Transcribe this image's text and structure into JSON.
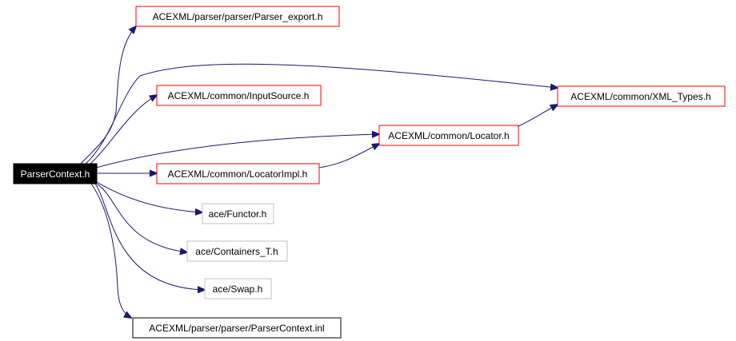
{
  "colors": {
    "edge": "#191970",
    "border_red": "#ff0000",
    "border_gray": "#c0c0c0",
    "border_black": "#000000",
    "root_fill": "#000000",
    "root_text": "#ffffff",
    "text": "#000000"
  },
  "graph": {
    "root": {
      "id": "root",
      "label": "ParserContext.h"
    },
    "nodes": [
      {
        "id": "parser_export",
        "label": "ACEXML/parser/parser/Parser_export.h",
        "style": "red"
      },
      {
        "id": "xml_types",
        "label": "ACEXML/common/XML_Types.h",
        "style": "red"
      },
      {
        "id": "inputsource",
        "label": "ACEXML/common/InputSource.h",
        "style": "red"
      },
      {
        "id": "locator",
        "label": "ACEXML/common/Locator.h",
        "style": "red"
      },
      {
        "id": "locatorimpl",
        "label": "ACEXML/common/LocatorImpl.h",
        "style": "red"
      },
      {
        "id": "functor",
        "label": "ace/Functor.h",
        "style": "gray"
      },
      {
        "id": "containers",
        "label": "ace/Containers_T.h",
        "style": "gray"
      },
      {
        "id": "swap",
        "label": "ace/Swap.h",
        "style": "gray"
      },
      {
        "id": "parsercontext_inl",
        "label": "ACEXML/parser/parser/ParserContext.inl",
        "style": "black"
      }
    ],
    "edges": [
      {
        "from": "root",
        "to": "parser_export"
      },
      {
        "from": "root",
        "to": "xml_types"
      },
      {
        "from": "root",
        "to": "inputsource"
      },
      {
        "from": "root",
        "to": "locator"
      },
      {
        "from": "root",
        "to": "locatorimpl"
      },
      {
        "from": "root",
        "to": "functor"
      },
      {
        "from": "root",
        "to": "containers"
      },
      {
        "from": "root",
        "to": "swap"
      },
      {
        "from": "root",
        "to": "parsercontext_inl"
      },
      {
        "from": "locatorimpl",
        "to": "locator"
      },
      {
        "from": "locator",
        "to": "xml_types"
      }
    ]
  }
}
